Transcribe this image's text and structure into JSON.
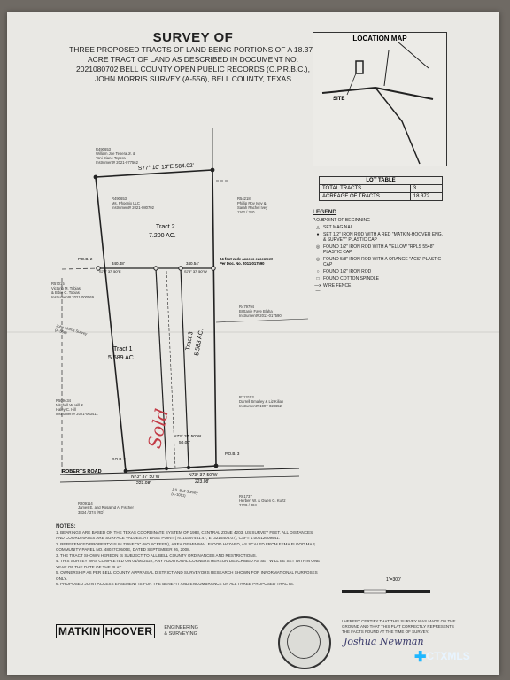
{
  "title": {
    "heading": "SURVEY OF",
    "lines": [
      "THREE PROPOSED TRACTS OF LAND BEING PORTIONS OF A 18.372",
      "ACRE TRACT OF LAND AS DESCRIBED IN DOCUMENT NO.",
      "2021080702 BELL COUNTY OPEN PUBLIC RECORDS (O.P.R.B.C.),",
      "JOHN MORRIS SURVEY (A-556), BELL COUNTY, TEXAS"
    ]
  },
  "location_map": {
    "label": "LOCATION MAP",
    "site": "SITE"
  },
  "lot_table": {
    "header": "LOT TABLE",
    "rows": [
      {
        "label": "TOTAL TRACTS",
        "value": "3"
      },
      {
        "label": "ACREAGE OF TRACTS",
        "value": "18.372"
      }
    ]
  },
  "legend": {
    "heading": "LEGEND",
    "items": [
      {
        "symbol": "P.O.B.",
        "text": "POINT OF BEGINNING"
      },
      {
        "symbol": "△",
        "text": "SET MAG NAIL"
      },
      {
        "symbol": "●",
        "text": "SET 1/2\" IRON ROD WITH A RED \"MATKIN-HOOVER ENG. & SURVEY\" PLASTIC CAP"
      },
      {
        "symbol": "◎",
        "text": "FOUND 1/2\" IRON ROD WITH A YELLOW \"RPLS 5548\" PLASTIC CAP"
      },
      {
        "symbol": "◎",
        "text": "FOUND 5/8\" IRON ROD WITH A ORANGE \"ACS\" PLASTIC CAP"
      },
      {
        "symbol": "○",
        "text": "FOUND 1/2\" IRON ROD"
      },
      {
        "symbol": "□",
        "text": "FOUND COTTON SPINDLE"
      },
      {
        "symbol": "—x—",
        "text": "WIRE FENCE"
      }
    ]
  },
  "plat": {
    "top_bearing": "S77° 10' 13\"E   584.02'",
    "tract1": {
      "name": "Tract 1",
      "acres": "5.589 AC."
    },
    "tract2": {
      "name": "Tract 2",
      "acres": "7.200 AC."
    },
    "tract3": {
      "name": "Tract 3",
      "acres": "5.583 AC."
    },
    "bottom_road": "ROBERTS ROAD",
    "bottom_bearing_left": "N73° 37' 50\"W",
    "bottom_dist_left": "223.08'",
    "bottom_bearing_right": "N73° 37' 50\"W",
    "bottom_dist_right": "223.08'",
    "inner_bearing": "N73° 37' 50\"W",
    "inner_dist": "50.00'",
    "owner_top": "R490653\nWilliam Joe Tepera Jr. &\nToni Diane Tepera\nInstrument# 2021-077562",
    "owner_mid": "R490653\nMs. Phoenix LLC\nInstrument# 2021-080702",
    "owner_right": "R54218\nPhillip Roy Ivey &\nSarah Rachel Ivey\n1162 / 310",
    "owner_left": "R57015\nVictorio M. Tobias\n& Bibie C. Tobias\nInstrument# 2021-000569",
    "owner_right2": "R479794\nBrittanie Faye Blaha\nInstrument# 2011-017590",
    "owner_left2": "R509434\nMitchell W. Hill &\nHaley C. Hill\nInstrument# 2021-063411",
    "owner_right3": "R113153\nDarrell Smalley & Liz Kilian\nInstrument# 1997-028652",
    "owner_bottom": "R209114\nJames E. and Rosalind A. Fischer\n3834 / 374 (RD)",
    "owner_bottom_right": "R61737\nHerbert W. & Gwen G. Kurtz\n2729 / 384",
    "easement": "24 foot wide access easement\nPer Doc. No. 2011-017590",
    "survey_left": "John Morris Survey\n(A-556)",
    "survey_bottom": "J.S. Bull Survey\n(A-1061)",
    "dist_340_left": "340.48'",
    "dist_340_right": "340.54'",
    "bearing_mid_left": "S73° 37' 50\"E",
    "bearing_mid_right": "S73° 37' 50\"W",
    "pob1": "P.O.B. 1",
    "pob2": "P.O.B. 2",
    "pob3": "P.O.B. 3",
    "sold": "Sold"
  },
  "notes": {
    "heading": "NOTES:",
    "items": [
      "1. BEARINGS ARE BASED ON THE TEXAS COORDINATE SYSTEM OF 1983, CENTRAL ZONE 4203. US SURVEY FEET. ALL DISTANCES AND COORDINATES ARE SURFACE VALUES. AT BASE POINT ( N: 10397461.47, E: 3215406.07), CSF= 1.00012609941.",
      "2. REFERENCED PROPERTY IS IN ZONE \"X\" (NO SCREEN), AREA OF MINIMAL FLOOD HAZARD, AS SCALED FROM FEMA FLOOD MAP, COMMUNITY PANEL NO. 48027C0505E, DATED SEPTEMBER 26, 2008.",
      "3. THE TRACT SHOWN HEREON IS SUBJECT TO ALL BELL COUNTY ORDINANCES AND RESTRICTIONS.",
      "4. THIS SURVEY WAS COMPLETED ON 01/06/2022, ANY ADDITIONAL CORNERS HEREON DESCRIBED AS SET WILL BE SET WITHIN ONE YEAR OF THE DATE OF THE PLAT.",
      "5. OWNERSHIP AS PER BELL COUNTY APPRAISAL DISTRICT AND SURVEYORS RESEARCH SHOWN FOR INFORMATIONAL PURPOSES ONLY.",
      "6. PROPOSED JOINT ACCESS EASEMENT IS FOR THE BENEFIT AND ENCUMBRANCE OF ALL THREE PROPOSED TRACTS."
    ]
  },
  "company": {
    "name_a": "MATKIN",
    "name_b": "HOOVER",
    "sub": "ENGINEERING\n& SURVEYING"
  },
  "certification": "I HEREBY CERTIFY THAT THIS SURVEY WAS MADE ON THE GROUND AND THAT THIS PLAT CORRECTLY REPRESENTS THE FACTS FOUND AT THE TIME OF SURVEY.",
  "signature": "Joshua Newman",
  "scale": "1\"=300'",
  "watermark": "CTXMLS",
  "colors": {
    "paper": "#e9e8e4",
    "ink": "#222222",
    "sold_red": "#c23b46",
    "watermark_blue": "#1fb7ff"
  }
}
